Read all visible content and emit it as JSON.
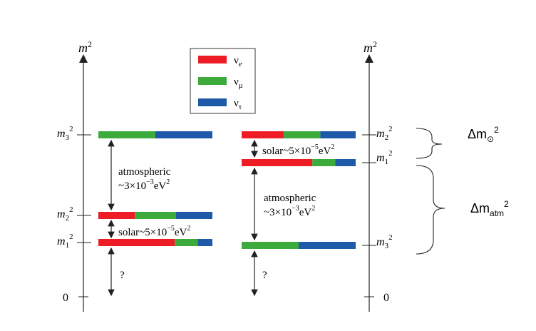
{
  "colors": {
    "nu_e": "#ee1c25",
    "nu_mu": "#3cab3c",
    "nu_tau": "#1f5aa8",
    "axis": "#222222"
  },
  "axes": {
    "left_label": "m",
    "right_label": "m",
    "exponent": "2",
    "zero_left": "0",
    "zero_right": "0",
    "question": "?"
  },
  "legend": [
    {
      "symbol": "ν",
      "sub": "e",
      "color_key": "nu_e"
    },
    {
      "symbol": "ν",
      "sub": "μ",
      "color_key": "nu_mu"
    },
    {
      "symbol": "ν",
      "sub": "τ",
      "color_key": "nu_tau"
    }
  ],
  "normal_hierarchy": {
    "levels": [
      {
        "label": "m",
        "sub": "3",
        "sup": "2",
        "mix": [
          0.0,
          0.5,
          0.5
        ]
      },
      {
        "label": "m",
        "sub": "2",
        "sup": "2",
        "mix": [
          0.32,
          0.36,
          0.32
        ]
      },
      {
        "label": "m",
        "sub": "1",
        "sup": "2",
        "mix": [
          0.67,
          0.2,
          0.13
        ]
      }
    ],
    "atmospheric": {
      "line1": "atmospheric",
      "line2_prefix": "~3×10",
      "line2_exp": "−3",
      "line2_unit": "eV",
      "line2_unit_exp": "2"
    },
    "solar": {
      "prefix": "solar~5×10",
      "exp": "−5",
      "unit": "eV",
      "unit_exp": "2"
    }
  },
  "inverted_hierarchy": {
    "levels": [
      {
        "label": "m",
        "sub": "2",
        "sup": "2",
        "mix": [
          0.37,
          0.32,
          0.31
        ]
      },
      {
        "label": "m",
        "sub": "1",
        "sup": "2",
        "mix": [
          0.62,
          0.2,
          0.18
        ]
      },
      {
        "label": "m",
        "sub": "3",
        "sup": "2",
        "mix": [
          0.0,
          0.5,
          0.5
        ]
      }
    ],
    "solar": {
      "prefix": "solar~5×10",
      "exp": "−5",
      "unit": "eV",
      "unit_exp": "2"
    },
    "atmospheric": {
      "line1": "atmospheric",
      "line2_prefix": "~3×10",
      "line2_exp": "−3",
      "line2_unit": "eV",
      "line2_unit_exp": "2"
    }
  },
  "delta_labels": {
    "solar": {
      "prefix": "Δm",
      "sub": "⊙",
      "sup": "2"
    },
    "atm": {
      "prefix": "Δm",
      "sub": "atm",
      "sup": "2"
    }
  }
}
